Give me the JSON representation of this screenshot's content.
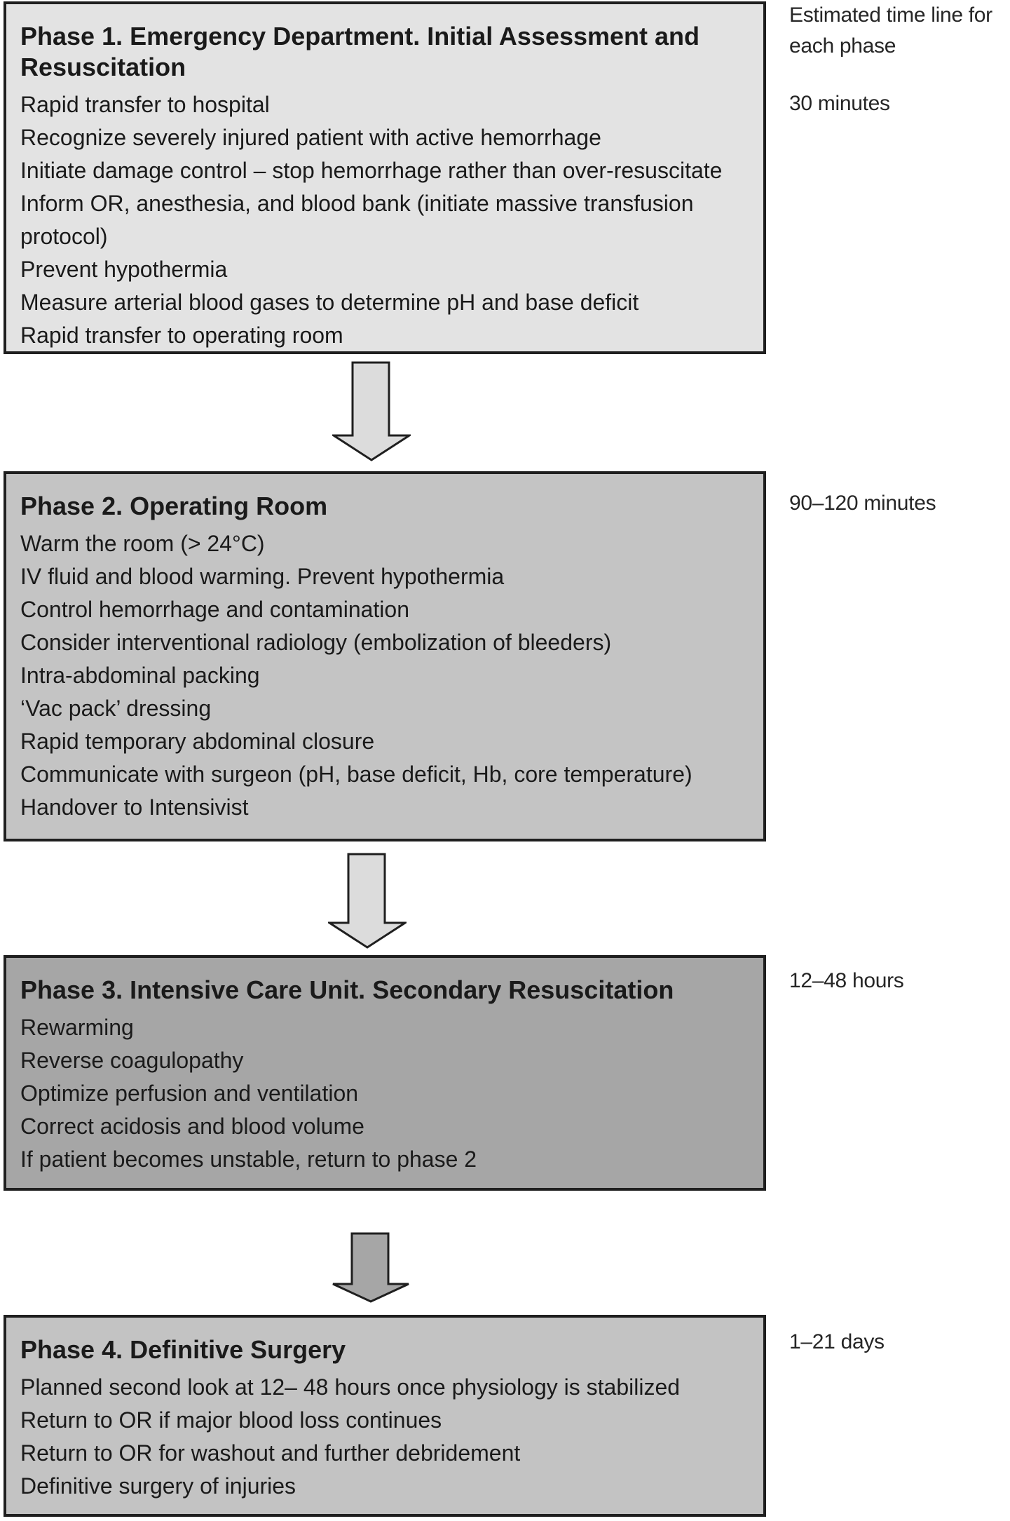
{
  "figure": {
    "timeline_header": "Estimated time line for each phase",
    "timelines": [
      "30 minutes",
      "90–120 minutes",
      "12–48 hours",
      "1–21 days"
    ]
  },
  "phases": [
    {
      "title": "Phase 1. Emergency Department. Initial Assessment and Resuscitation",
      "items": [
        "Rapid transfer to hospital",
        "Recognize severely injured patient with active hemorrhage",
        "Initiate damage control – stop hemorrhage rather than over-resuscitate",
        "Inform OR, anesthesia, and blood bank (initiate massive transfusion protocol)",
        "Prevent hypothermia",
        "Measure arterial blood gases to determine pH and base deficit",
        "Rapid transfer to operating room"
      ]
    },
    {
      "title": "Phase 2. Operating Room",
      "items": [
        "Warm the room (> 24°C)",
        "IV fluid and blood warming. Prevent hypothermia",
        "Control hemorrhage and contamination",
        "Consider interventional radiology (embolization of bleeders)",
        "Intra-abdominal packing",
        "‘Vac pack’ dressing",
        "Rapid temporary abdominal closure",
        "Communicate with surgeon (pH, base deficit, Hb, core temperature)",
        "Handover to Intensivist"
      ]
    },
    {
      "title": "Phase 3. Intensive Care Unit. Secondary Resuscitation",
      "items": [
        "Rewarming",
        "Reverse coagulopathy",
        "Optimize perfusion and ventilation",
        "Correct acidosis and blood volume",
        "If patient becomes unstable, return to phase 2"
      ]
    },
    {
      "title": "Phase 4. Definitive Surgery",
      "items": [
        "Planned second look at 12– 48 hours once physiology is stabilized",
        "Return to OR if major blood loss continues",
        "Return to OR for washout and further debridement",
        "Definitive surgery of injuries"
      ]
    }
  ],
  "colors": {
    "phase1_bg": "#e3e3e3",
    "phase2_bg": "#c4c4c4",
    "phase3_bg": "#a6a6a6",
    "phase4_bg": "#c3c3c3",
    "arrow_light_fill": "#dcdcdc",
    "arrow_dark_fill": "#a6a6a6",
    "box_border": "#1f1f1f",
    "text": "#1a1a1a"
  }
}
